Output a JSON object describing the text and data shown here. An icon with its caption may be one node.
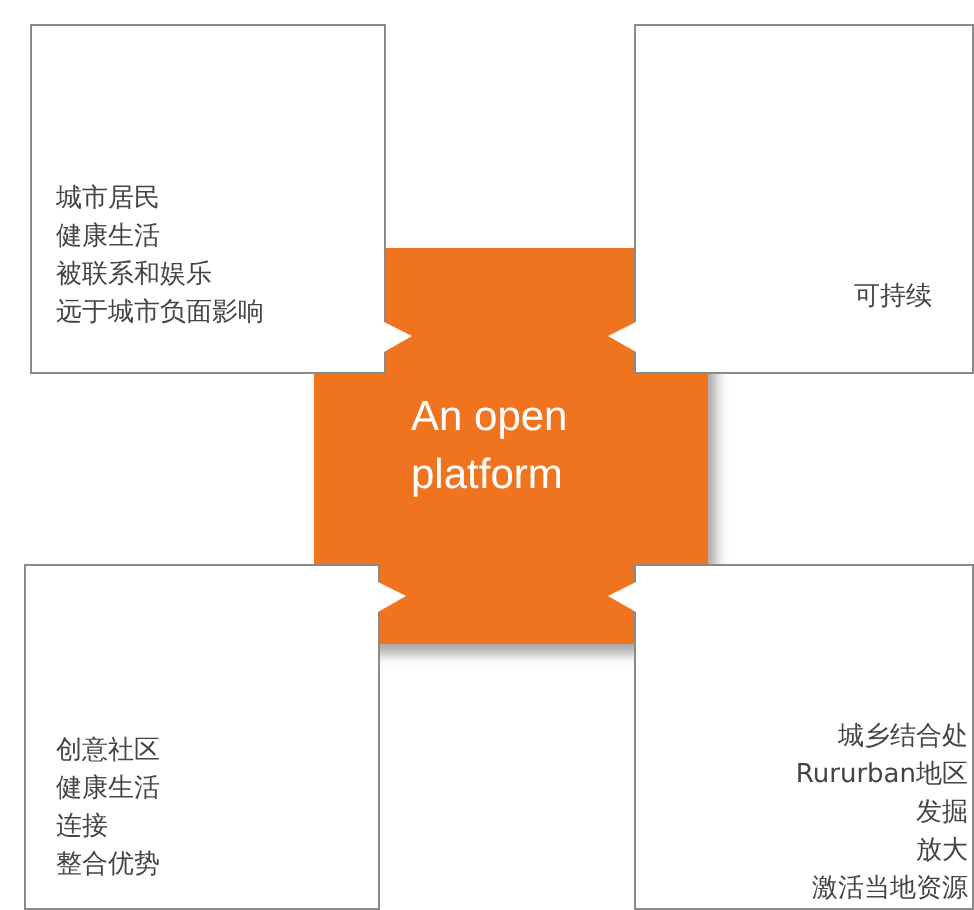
{
  "diagram": {
    "nodes": [
      {
        "text": [
          "An open platform"
        ]
      },
      {
        "text": [
          "城市居民",
          "健康生活",
          "被联系和娱乐",
          "远于城市负面影响"
        ]
      },
      {
        "text": [
          "可持续"
        ]
      },
      {
        "text": [
          "创意社区",
          "健康生活",
          "连接",
          "整合优势"
        ]
      },
      {
        "text": [
          "城乡结合处",
          "Rururban地区",
          "发掘",
          "放大",
          "激活当地资源"
        ]
      }
    ]
  }
}
